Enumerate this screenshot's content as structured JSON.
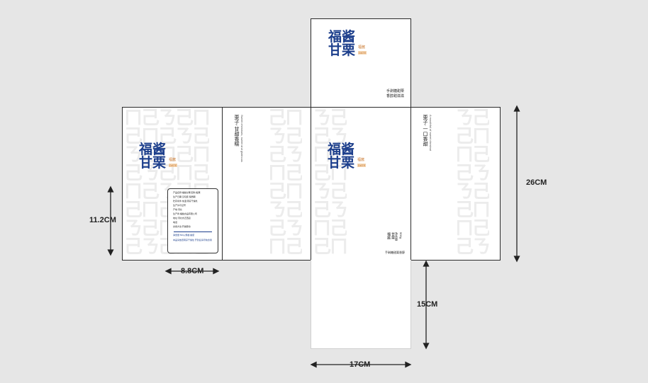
{
  "logo": {
    "line1": "福酱",
    "line2": "甘栗",
    "tag": "福酱",
    "sub": "DATE"
  },
  "top_flap": {
    "text1": "手剥糖甜栗",
    "text2": "香醇甜滋滋"
  },
  "side_left_text": "栗子·甘甜香糯",
  "side_left_en": "Sweet chestnuts, sweet and glutinous",
  "side_right_text": "栗子·一口香甜",
  "side_right_en": "A mouthful of sweet chestnut",
  "front_small": {
    "col1": "福酱",
    "col2": "甘栗",
    "col3": "净含量",
    "col4": "500g",
    "bottom": "手剥糖甜栗香醇"
  },
  "info_box": {
    "lines": [
      "产品名称:福酱甘栗 配料:板栗",
      "生产日期:见包装 保质期",
      "贮存条件:常温 阴凉干燥处",
      "生产许可证号",
      "产地:河北",
      "生产商:福酱食品有限公司",
      "地址:河北省迁西县",
      "电话",
      "食用方法:开袋即食"
    ],
    "bottom1": "净含量:500g  规格:袋装",
    "bottom2": "本品请放置阴凉干燥处 开封后请尽快食用"
  },
  "dimensions": {
    "height_side": "11.2CM",
    "width_side": "8.8CM",
    "height_total": "26CM",
    "bottom_flap": "15CM",
    "width_front": "17CM"
  },
  "colors": {
    "brand_blue": "#1d3f8c",
    "accent_orange": "#c9772c",
    "background": "#e6e6e6"
  }
}
